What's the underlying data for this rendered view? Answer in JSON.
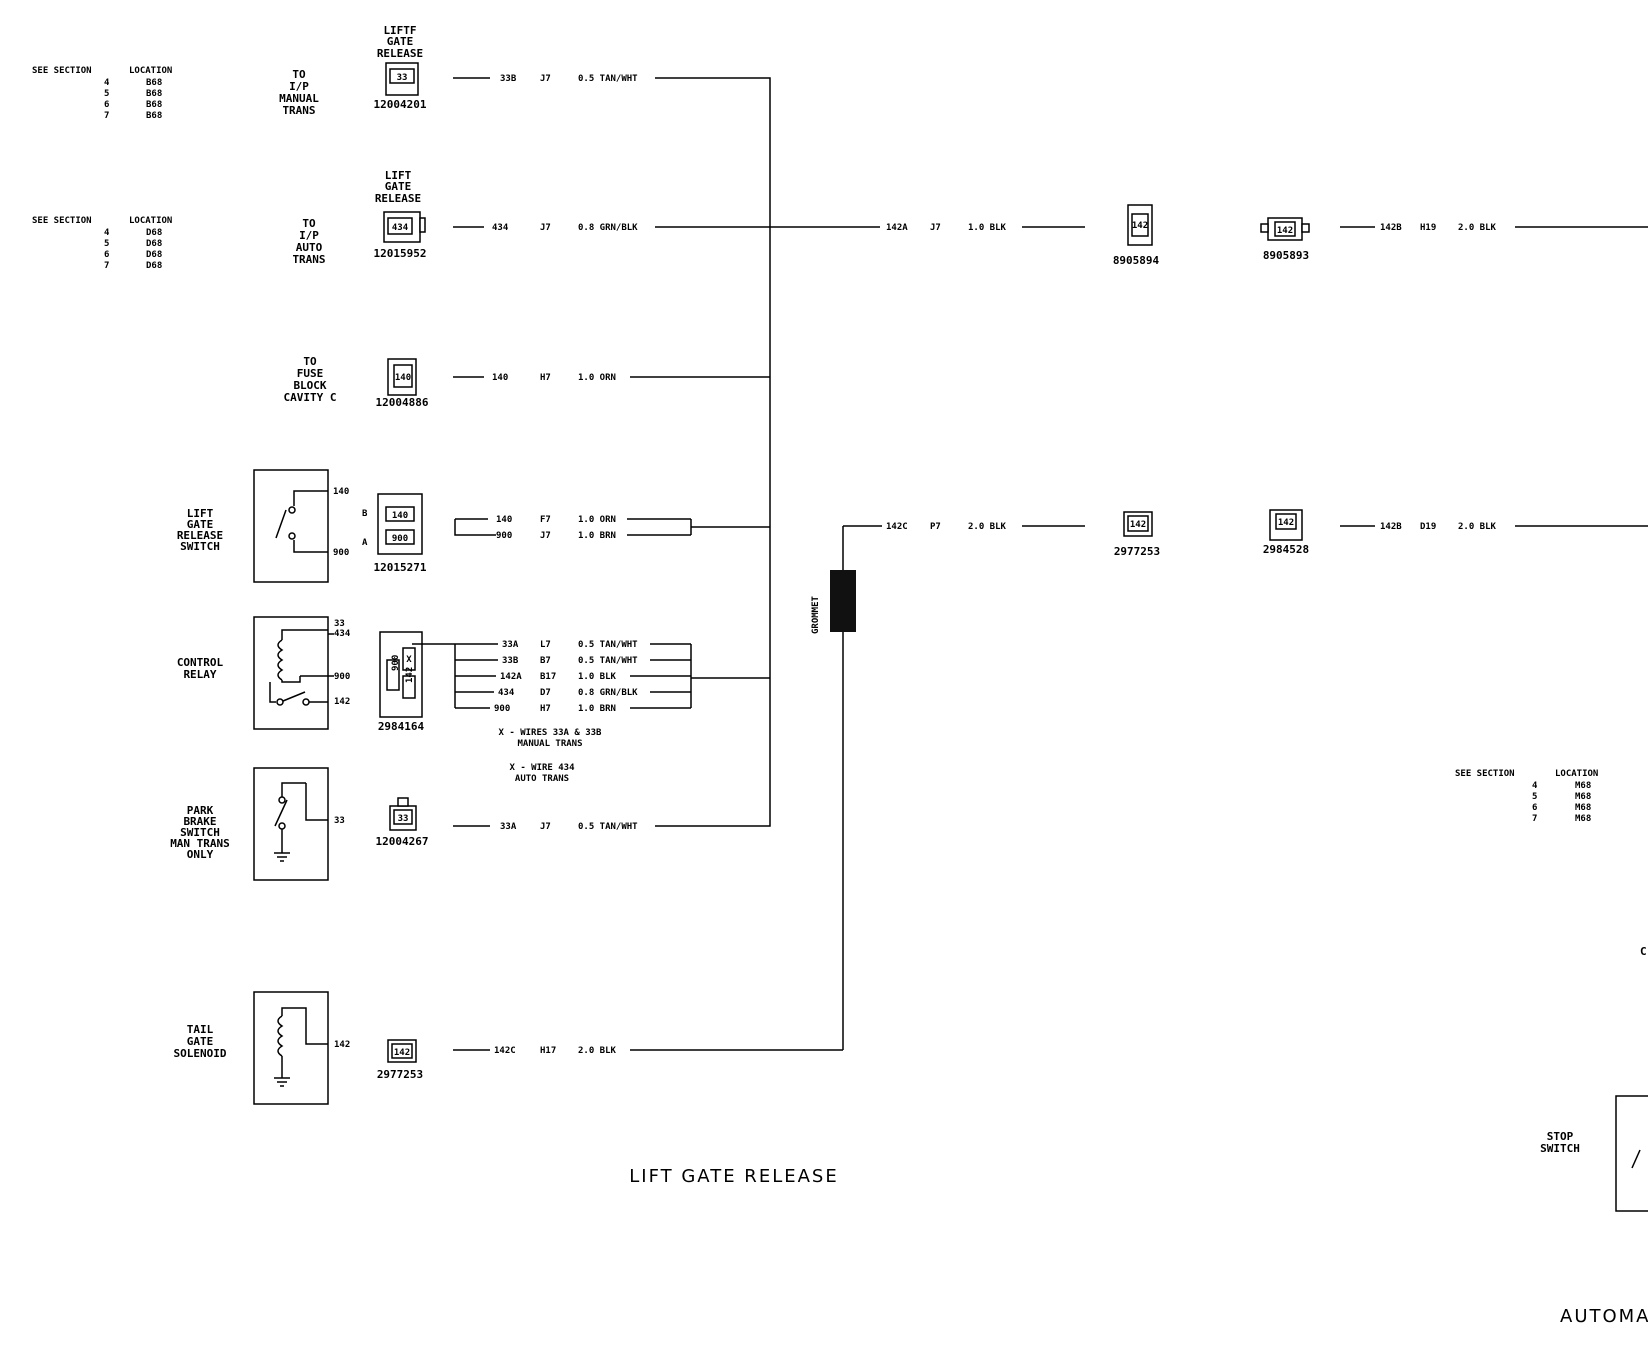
{
  "title": "LIFT GATE RELEASE",
  "partial_title": "AUTOMATI",
  "partial_label_c": "C.",
  "see_sections": [
    {
      "header_section": "SEE SECTION",
      "header_location": "LOCATION",
      "rows": [
        [
          "4",
          "B68"
        ],
        [
          "5",
          "B68"
        ],
        [
          "6",
          "B68"
        ],
        [
          "7",
          "B68"
        ]
      ]
    },
    {
      "header_section": "SEE SECTION",
      "header_location": "LOCATION",
      "rows": [
        [
          "4",
          "D68"
        ],
        [
          "5",
          "D68"
        ],
        [
          "6",
          "D68"
        ],
        [
          "7",
          "D68"
        ]
      ]
    },
    {
      "header_section": "SEE SECTION",
      "header_location": "LOCATION",
      "rows": [
        [
          "4",
          "M68"
        ],
        [
          "5",
          "M68"
        ],
        [
          "6",
          "M68"
        ],
        [
          "7",
          "M68"
        ]
      ]
    }
  ],
  "destinations": {
    "manual": [
      "TO",
      "I/P",
      "MANUAL",
      "TRANS"
    ],
    "auto": [
      "TO",
      "I/P",
      "AUTO",
      "TRANS"
    ],
    "fuse": [
      "TO",
      "FUSE",
      "BLOCK",
      "CAVITY C"
    ]
  },
  "components": {
    "liftgate_switch": [
      "LIFT",
      "GATE",
      "RELEASE",
      "SWITCH"
    ],
    "control_relay": [
      "CONTROL",
      "RELAY"
    ],
    "park_brake": [
      "PARK",
      "BRAKE",
      "SWITCH",
      "MAN TRANS",
      "ONLY"
    ],
    "tail_gate": [
      "TAIL",
      "GATE",
      "SOLENOID"
    ],
    "stop_switch": [
      "STOP",
      "SWITCH"
    ]
  },
  "connectors": {
    "c1": {
      "label": [
        "LIFTF",
        "GATE",
        "RELEASE"
      ],
      "part": "12004201",
      "pin": "33"
    },
    "c2": {
      "label": [
        "LIFT",
        "GATE",
        "RELEASE"
      ],
      "part": "12015952",
      "pin": "434"
    },
    "c3": {
      "part": "12004886",
      "pin": "140"
    },
    "c4": {
      "part": "12015271",
      "pins": [
        "140",
        "900"
      ],
      "cavities": [
        "B",
        "A"
      ]
    },
    "c5": {
      "part": "2984164",
      "pins": [
        "900",
        "142",
        "X"
      ]
    },
    "c6": {
      "part": "12004267",
      "pin": "33"
    },
    "c7": {
      "part": "2977253",
      "pin": "142"
    },
    "c8": {
      "part": "8905894",
      "pin": "142"
    },
    "c9": {
      "part": "8905893",
      "pin": "142"
    },
    "c10": {
      "part": "2977253",
      "pin": "142"
    },
    "c11": {
      "part": "2984528",
      "pin": "142"
    }
  },
  "terminal_labels": {
    "switch_top": "140",
    "switch_bottom": "900",
    "relay_33": "33",
    "relay_434": "434",
    "relay_900": "900",
    "relay_142": "142",
    "park_33": "33",
    "tail_142": "142"
  },
  "wires": {
    "w1": [
      "33B",
      "J7",
      "0.5 TAN/WHT"
    ],
    "w2": [
      "434",
      "J7",
      "0.8 GRN/BLK"
    ],
    "w3": [
      "140",
      "H7",
      "1.0 ORN"
    ],
    "w4a": [
      "140",
      "F7",
      "1.0 ORN"
    ],
    "w4b": [
      "900",
      "J7",
      "1.0 BRN"
    ],
    "w5a": [
      "33A",
      "L7",
      "0.5 TAN/WHT"
    ],
    "w5b": [
      "33B",
      "B7",
      "0.5 TAN/WHT"
    ],
    "w5c": [
      "142A",
      "B17",
      "1.0 BLK"
    ],
    "w5d": [
      "434",
      "D7",
      "0.8 GRN/BLK"
    ],
    "w5e": [
      "900",
      "H7",
      "1.0 BRN"
    ],
    "w6": [
      "33A",
      "J7",
      "0.5 TAN/WHT"
    ],
    "w7": [
      "142C",
      "H17",
      "2.0 BLK"
    ],
    "w8": [
      "142A",
      "J7",
      "1.0 BLK"
    ],
    "w9": [
      "142B",
      "H19",
      "2.0 BLK"
    ],
    "w10": [
      "142C",
      "P7",
      "2.0 BLK"
    ],
    "w11": [
      "142B",
      "D19",
      "2.0 BLK"
    ]
  },
  "notes": {
    "manual": [
      "X - WIRES 33A & 33B",
      "MANUAL TRANS"
    ],
    "auto": [
      "X - WIRE 434",
      "AUTO TRANS"
    ]
  },
  "grommet": "GROMMET"
}
